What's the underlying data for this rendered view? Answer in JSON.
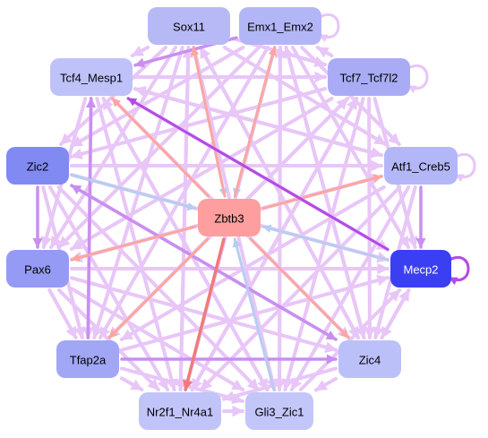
{
  "diagram": {
    "type": "directed-network",
    "background": "#ffffff",
    "edge_colors": {
      "regulatory": "#e8c6f7",
      "strong_regulatory": "#c98ff0",
      "repression": "#fca6a0",
      "strong_repression": "#f07a78",
      "weak": "#b8cdf0",
      "highlight": "#b44ae6"
    },
    "nodes": [
      {
        "id": "sox11",
        "label": "Sox11",
        "fill": "#b7b9f7",
        "text_color": "#000000"
      },
      {
        "id": "emx1",
        "label": "Emx1_Emx2",
        "fill": "#b3b6f6",
        "text_color": "#000000"
      },
      {
        "id": "tcf4",
        "label": "Tcf4_Mesp1",
        "fill": "#bfc2f8",
        "text_color": "#000000"
      },
      {
        "id": "tcf7",
        "label": "Tcf7_Tcf7l2",
        "fill": "#a9acf5",
        "text_color": "#000000"
      },
      {
        "id": "zic2",
        "label": "Zic2",
        "fill": "#8189f3",
        "text_color": "#000000"
      },
      {
        "id": "atf1",
        "label": "Atf1_Creb5",
        "fill": "#b4b7f7",
        "text_color": "#000000"
      },
      {
        "id": "zbtb3",
        "label": "Zbtb3",
        "fill": "#ff9e9e",
        "text_color": "#000000"
      },
      {
        "id": "pax6",
        "label": "Pax6",
        "fill": "#959bf5",
        "text_color": "#000000"
      },
      {
        "id": "mecp2",
        "label": "Mecp2",
        "fill": "#3b3ff2",
        "text_color": "#ffffff"
      },
      {
        "id": "tfap2a",
        "label": "Tfap2a",
        "fill": "#a1a6f5",
        "text_color": "#000000"
      },
      {
        "id": "zic4",
        "label": "Zic4",
        "fill": "#bcc0f8",
        "text_color": "#000000"
      },
      {
        "id": "nr2f1",
        "label": "Nr2f1_Nr4a1",
        "fill": "#c1c4f9",
        "text_color": "#000000"
      },
      {
        "id": "gli3",
        "label": "Gli3_Zic1",
        "fill": "#c3c6f9",
        "text_color": "#000000"
      }
    ],
    "edges": [
      {
        "from": "mecp2",
        "to": "tcf4",
        "kind": "highlight"
      },
      {
        "from": "mecp2",
        "to": "zbtb3",
        "kind": "weak"
      },
      {
        "from": "zbtb3",
        "to": "nr2f1",
        "kind": "strong_repression"
      },
      {
        "from": "zbtb3",
        "to": "tcf4",
        "kind": "repression"
      },
      {
        "from": "zbtb3",
        "to": "atf1",
        "kind": "repression"
      },
      {
        "from": "zbtb3",
        "to": "pax6",
        "kind": "repression"
      },
      {
        "from": "zbtb3",
        "to": "tfap2a",
        "kind": "repression"
      },
      {
        "from": "zbtb3",
        "to": "zic4",
        "kind": "repression"
      },
      {
        "from": "zbtb3",
        "to": "emx1",
        "kind": "repression"
      },
      {
        "from": "zbtb3",
        "to": "sox11",
        "kind": "repression"
      },
      {
        "from": "sox11",
        "to": "zbtb3",
        "kind": "weak"
      },
      {
        "from": "emx1",
        "to": "zbtb3",
        "kind": "weak"
      },
      {
        "from": "zic2",
        "to": "zbtb3",
        "kind": "weak"
      },
      {
        "from": "gli3",
        "to": "zbtb3",
        "kind": "weak"
      },
      {
        "from": "sox11",
        "to": "tcf4",
        "kind": "regulatory"
      },
      {
        "from": "sox11",
        "to": "tcf7",
        "kind": "regulatory"
      },
      {
        "from": "sox11",
        "to": "zic2",
        "kind": "regulatory"
      },
      {
        "from": "sox11",
        "to": "atf1",
        "kind": "regulatory"
      },
      {
        "from": "sox11",
        "to": "pax6",
        "kind": "regulatory"
      },
      {
        "from": "sox11",
        "to": "tfap2a",
        "kind": "regulatory"
      },
      {
        "from": "sox11",
        "to": "zic4",
        "kind": "regulatory"
      },
      {
        "from": "sox11",
        "to": "nr2f1",
        "kind": "regulatory"
      },
      {
        "from": "sox11",
        "to": "gli3",
        "kind": "regulatory"
      },
      {
        "from": "emx1",
        "to": "tcf4",
        "kind": "strong_regulatory"
      },
      {
        "from": "emx1",
        "to": "zic2",
        "kind": "regulatory"
      },
      {
        "from": "emx1",
        "to": "atf1",
        "kind": "regulatory"
      },
      {
        "from": "emx1",
        "to": "pax6",
        "kind": "regulatory"
      },
      {
        "from": "emx1",
        "to": "tfap2a",
        "kind": "regulatory"
      },
      {
        "from": "emx1",
        "to": "zic4",
        "kind": "regulatory"
      },
      {
        "from": "emx1",
        "to": "nr2f1",
        "kind": "regulatory"
      },
      {
        "from": "emx1",
        "to": "gli3",
        "kind": "regulatory"
      },
      {
        "from": "emx1",
        "to": "mecp2",
        "kind": "regulatory"
      },
      {
        "from": "tcf4",
        "to": "tcf7",
        "kind": "regulatory"
      },
      {
        "from": "tcf4",
        "to": "atf1",
        "kind": "regulatory"
      },
      {
        "from": "tcf4",
        "to": "pax6",
        "kind": "regulatory"
      },
      {
        "from": "tcf4",
        "to": "tfap2a",
        "kind": "regulatory"
      },
      {
        "from": "tcf4",
        "to": "zic4",
        "kind": "regulatory"
      },
      {
        "from": "tcf4",
        "to": "nr2f1",
        "kind": "regulatory"
      },
      {
        "from": "tcf4",
        "to": "gli3",
        "kind": "regulatory"
      },
      {
        "from": "tcf4",
        "to": "mecp2",
        "kind": "regulatory"
      },
      {
        "from": "tcf7",
        "to": "zic2",
        "kind": "regulatory"
      },
      {
        "from": "tcf7",
        "to": "pax6",
        "kind": "regulatory"
      },
      {
        "from": "tcf7",
        "to": "tfap2a",
        "kind": "regulatory"
      },
      {
        "from": "tcf7",
        "to": "zic4",
        "kind": "regulatory"
      },
      {
        "from": "tcf7",
        "to": "nr2f1",
        "kind": "regulatory"
      },
      {
        "from": "tcf7",
        "to": "gli3",
        "kind": "regulatory"
      },
      {
        "from": "tcf7",
        "to": "mecp2",
        "kind": "regulatory"
      },
      {
        "from": "zic2",
        "to": "atf1",
        "kind": "regulatory"
      },
      {
        "from": "zic2",
        "to": "pax6",
        "kind": "strong_regulatory"
      },
      {
        "from": "zic2",
        "to": "tfap2a",
        "kind": "regulatory"
      },
      {
        "from": "zic2",
        "to": "zic4",
        "kind": "strong_regulatory"
      },
      {
        "from": "zic2",
        "to": "nr2f1",
        "kind": "regulatory"
      },
      {
        "from": "zic2",
        "to": "gli3",
        "kind": "regulatory"
      },
      {
        "from": "zic2",
        "to": "mecp2",
        "kind": "regulatory"
      },
      {
        "from": "atf1",
        "to": "pax6",
        "kind": "regulatory"
      },
      {
        "from": "atf1",
        "to": "tfap2a",
        "kind": "regulatory"
      },
      {
        "from": "atf1",
        "to": "zic4",
        "kind": "regulatory"
      },
      {
        "from": "atf1",
        "to": "nr2f1",
        "kind": "regulatory"
      },
      {
        "from": "atf1",
        "to": "gli3",
        "kind": "regulatory"
      },
      {
        "from": "atf1",
        "to": "mecp2",
        "kind": "strong_regulatory"
      },
      {
        "from": "pax6",
        "to": "tfap2a",
        "kind": "regulatory"
      },
      {
        "from": "pax6",
        "to": "zic4",
        "kind": "regulatory"
      },
      {
        "from": "pax6",
        "to": "nr2f1",
        "kind": "regulatory"
      },
      {
        "from": "pax6",
        "to": "gli3",
        "kind": "regulatory"
      },
      {
        "from": "pax6",
        "to": "mecp2",
        "kind": "regulatory"
      },
      {
        "from": "tfap2a",
        "to": "zic4",
        "kind": "strong_regulatory"
      },
      {
        "from": "tfap2a",
        "to": "nr2f1",
        "kind": "regulatory"
      },
      {
        "from": "tfap2a",
        "to": "gli3",
        "kind": "regulatory"
      },
      {
        "from": "tfap2a",
        "to": "mecp2",
        "kind": "regulatory"
      },
      {
        "from": "zic4",
        "to": "nr2f1",
        "kind": "regulatory"
      },
      {
        "from": "zic4",
        "to": "gli3",
        "kind": "regulatory"
      },
      {
        "from": "zic4",
        "to": "mecp2",
        "kind": "regulatory"
      },
      {
        "from": "nr2f1",
        "to": "gli3",
        "kind": "regulatory"
      },
      {
        "from": "gli3",
        "to": "mecp2",
        "kind": "regulatory"
      },
      {
        "from": "mecp2",
        "to": "zic4",
        "kind": "regulatory"
      },
      {
        "from": "tfap2a",
        "to": "tcf4",
        "kind": "strong_regulatory"
      },
      {
        "from": "zic4",
        "to": "emx1",
        "kind": "regulatory"
      },
      {
        "from": "gli3",
        "to": "tcf4",
        "kind": "regulatory"
      },
      {
        "from": "nr2f1",
        "to": "tcf7",
        "kind": "regulatory"
      },
      {
        "from": "zic4",
        "to": "zic2",
        "kind": "strong_regulatory"
      },
      {
        "from": "atf1",
        "to": "tcf4",
        "kind": "regulatory"
      },
      {
        "from": "pax6",
        "to": "atf1",
        "kind": "regulatory"
      },
      {
        "from": "tfap2a",
        "to": "tcf7",
        "kind": "regulatory"
      },
      {
        "from": "gli3",
        "to": "emx1",
        "kind": "regulatory"
      },
      {
        "from": "nr2f1",
        "to": "sox11",
        "kind": "regulatory"
      },
      {
        "from": "zic4",
        "to": "sox11",
        "kind": "regulatory"
      },
      {
        "from": "tcf7",
        "to": "emx1",
        "kind": "regulatory"
      }
    ],
    "self_loops": [
      "emx1",
      "tcf7",
      "atf1",
      "mecp2"
    ]
  }
}
